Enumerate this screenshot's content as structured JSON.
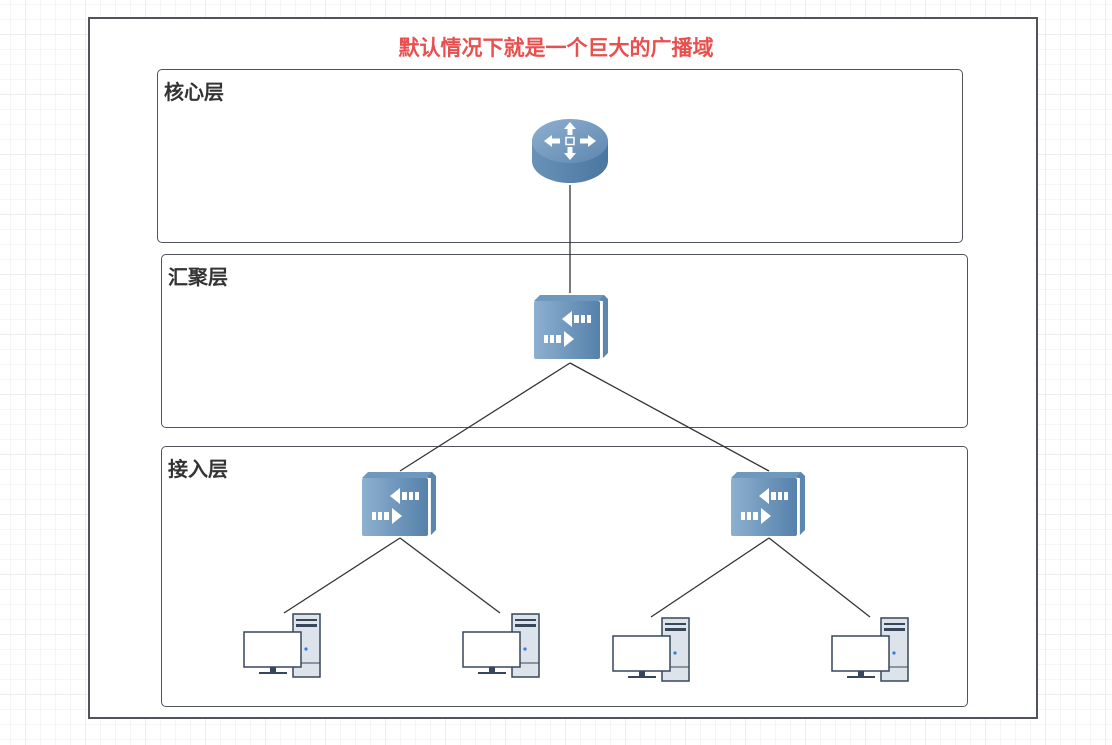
{
  "title": "默认情况下就是一个巨大的广播域",
  "colors": {
    "title": "#e8504f",
    "frame_border": "#50545a",
    "device_fill": "#6b93b8",
    "device_dark": "#4e7aa3",
    "link": "#333333"
  },
  "layers": [
    {
      "id": "core",
      "label": "核心层"
    },
    {
      "id": "aggregation",
      "label": "汇聚层"
    },
    {
      "id": "access",
      "label": "接入层"
    }
  ],
  "devices": [
    {
      "id": "core-router",
      "type": "router",
      "layer": "core"
    },
    {
      "id": "agg-switch",
      "type": "switch",
      "layer": "aggregation"
    },
    {
      "id": "access-switch-1",
      "type": "switch",
      "layer": "access"
    },
    {
      "id": "access-switch-2",
      "type": "switch",
      "layer": "access"
    },
    {
      "id": "pc-1",
      "type": "pc",
      "layer": "access"
    },
    {
      "id": "pc-2",
      "type": "pc",
      "layer": "access"
    },
    {
      "id": "pc-3",
      "type": "pc",
      "layer": "access"
    },
    {
      "id": "pc-4",
      "type": "pc",
      "layer": "access"
    }
  ],
  "links": [
    [
      "core-router",
      "agg-switch"
    ],
    [
      "agg-switch",
      "access-switch-1"
    ],
    [
      "agg-switch",
      "access-switch-2"
    ],
    [
      "access-switch-1",
      "pc-1"
    ],
    [
      "access-switch-1",
      "pc-2"
    ],
    [
      "access-switch-2",
      "pc-3"
    ],
    [
      "access-switch-2",
      "pc-4"
    ]
  ]
}
